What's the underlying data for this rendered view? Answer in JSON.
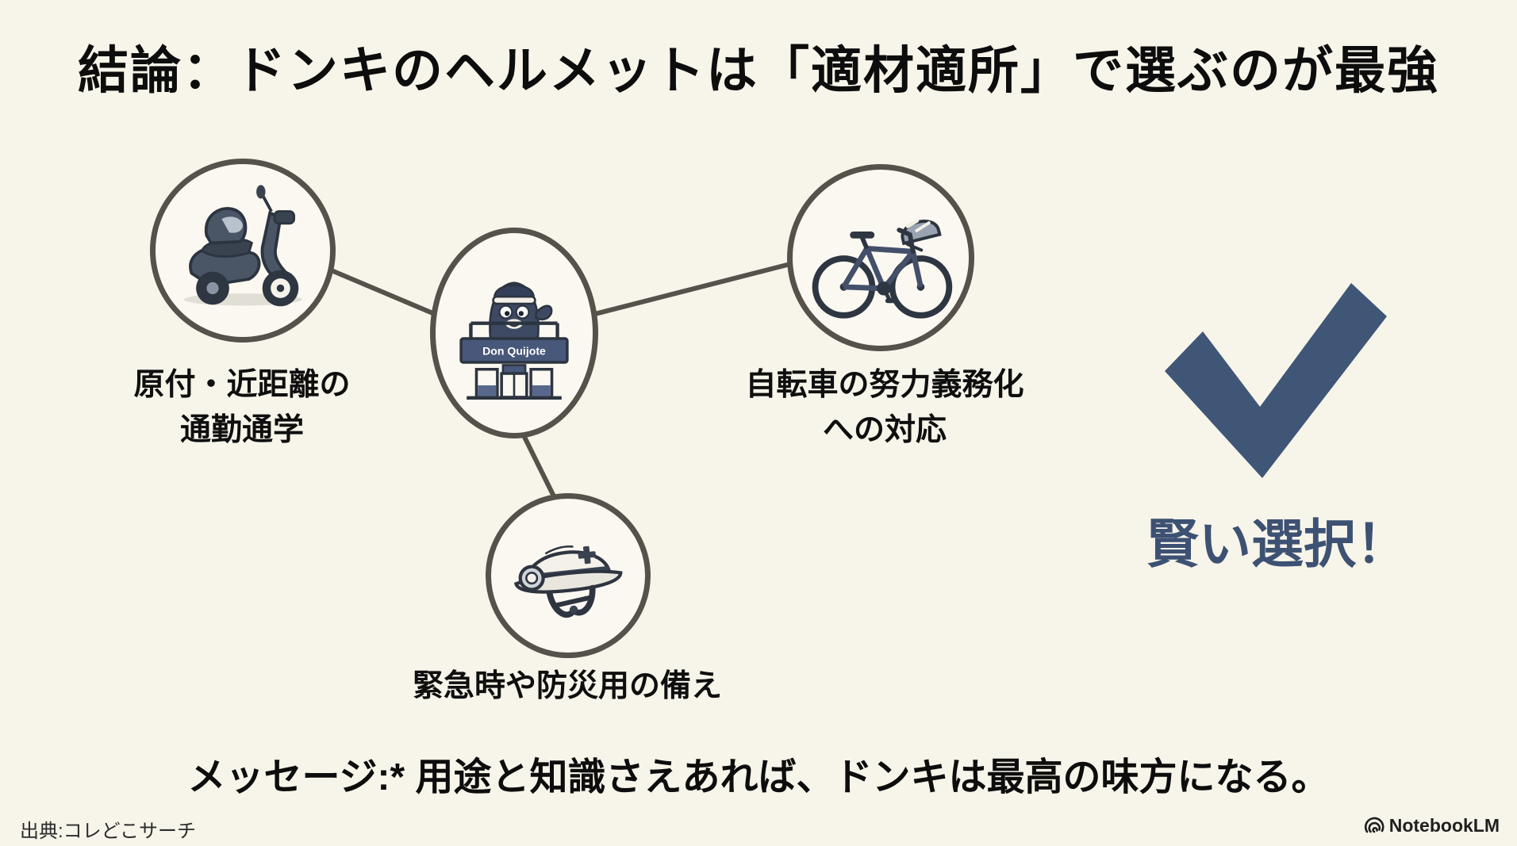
{
  "slide": {
    "title": "結論：ドンキのヘルメットは「適材適所」で選ぶのが最強",
    "colors": {
      "background": "#f7f4ea",
      "ink": "#0d0d0d",
      "connector": "#56524b",
      "accent_blue": "#3d5173",
      "illustration_slate": "#3e4a63"
    },
    "diagram": {
      "center": {
        "icon": "don-quijote-storefront-with-penguin-mascot",
        "sign": "Don Quijote"
      },
      "nodes": [
        {
          "id": "scooter",
          "icon": "moped-with-full-face-helmet",
          "label_line1": "原付・近距離の",
          "label_line2": "通勤通学"
        },
        {
          "id": "bicycle",
          "icon": "bicycle-with-bike-helmet",
          "label_line1": "自転車の努力義務化",
          "label_line2": "への対応"
        },
        {
          "id": "safety-helmet",
          "icon": "safety-helmet-with-headlamp-and-cross",
          "label": "緊急時や防災用の備え"
        }
      ]
    },
    "verdict": {
      "icon": "checkmark",
      "text": "賢い選択！"
    },
    "message": "メッセージ:* 用途と知識さえあれば、ドンキは最高の味方になる。",
    "footer": {
      "source": "出典:コレどこサーチ",
      "brand": "NotebookLM"
    }
  }
}
